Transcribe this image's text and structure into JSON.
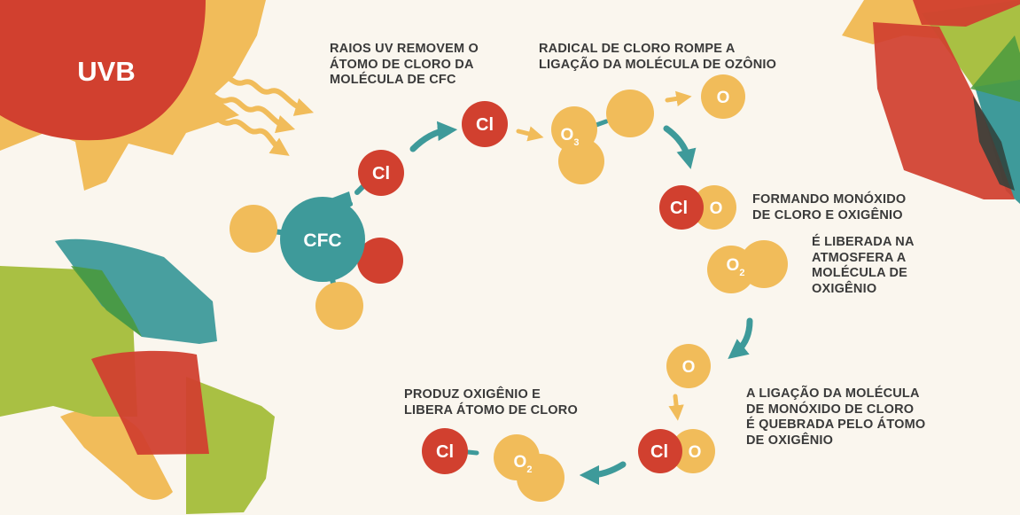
{
  "sun": {
    "label": "UVB"
  },
  "molecules": {
    "cfc": "CFC",
    "chlorine": "Cl",
    "ozone": "O",
    "ozone_subscript": "3",
    "oxygen": "O",
    "oxygen_molecule": "O",
    "oxygen_subscript": "2"
  },
  "steps": [
    {
      "lines": [
        "RAIOS UV REMOVEM O",
        "ÁTOMO DE CLORO DA",
        "MOLÉCULA DE CFC"
      ]
    },
    {
      "lines": [
        "RADICAL DE CLORO ROMPE A",
        "LIGAÇÃO DA MOLÉCULA DE OZÔNIO"
      ]
    },
    {
      "lines": [
        "FORMANDO MONÓXIDO",
        "DE CLORO E OXIGÊNIO"
      ]
    },
    {
      "lines": [
        "É LIBERADA NA",
        "ATMOSFERA A",
        "MOLÉCULA DE",
        "OXIGÊNIO"
      ]
    },
    {
      "lines": [
        "A LIGAÇÃO DA MOLÉCULA",
        "DE MONÓXIDO DE CLORO",
        "É QUEBRADA PELO ÁTOMO",
        "DE OXIGÊNIO"
      ]
    },
    {
      "lines": [
        "PRODUZ OXIGÊNIO E",
        "LIBERA ÁTOMO DE CLORO"
      ]
    }
  ],
  "colors": {
    "background": "#faf6ee",
    "red": "#d1402f",
    "yellow": "#f1bc5a",
    "teal": "#3e9a9a",
    "green": "#a9c043",
    "dark_green": "#4a9a3e",
    "text": "#3a3a3a"
  }
}
